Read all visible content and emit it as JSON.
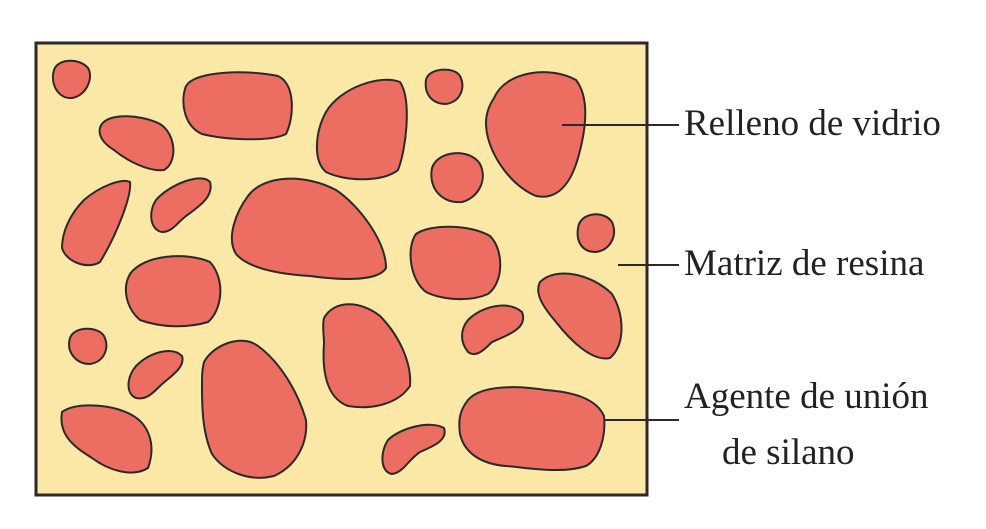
{
  "diagram": {
    "colors": {
      "matrix_fill": "#fbe7a6",
      "particle_fill": "#ec6d61",
      "outline": "#2a2a2a",
      "text": "#222222"
    },
    "labels": {
      "filler": "Relleno de vidrio",
      "matrix": "Matriz de resina",
      "coupling_line1": "Agente de unión",
      "coupling_line2": "de silano"
    }
  }
}
